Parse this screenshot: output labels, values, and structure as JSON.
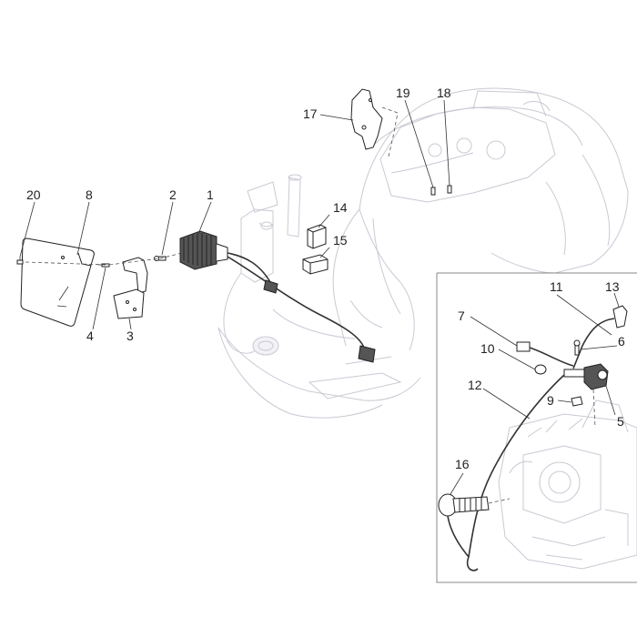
{
  "callouts": [
    "1",
    "2",
    "3",
    "4",
    "5",
    "6",
    "7",
    "8",
    "9",
    "10",
    "11",
    "12",
    "13",
    "14",
    "15",
    "16",
    "17",
    "18",
    "19",
    "20"
  ],
  "colors": {
    "line": "#222222",
    "ghost": "#c9c9d4",
    "background": "#ffffff"
  }
}
